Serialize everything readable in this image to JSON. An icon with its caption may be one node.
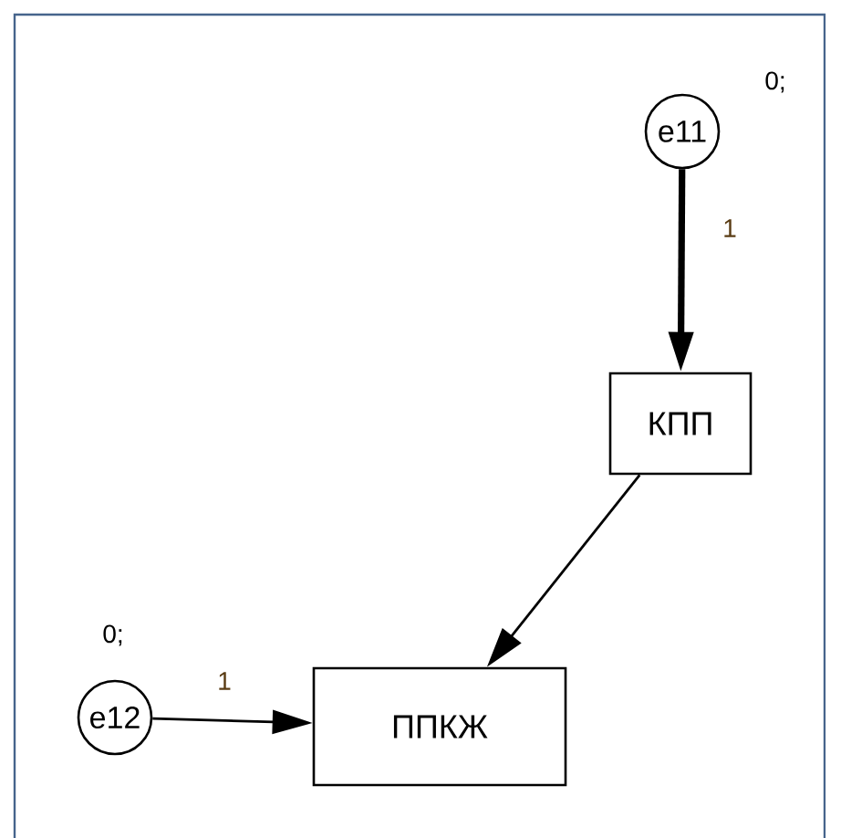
{
  "diagram": {
    "nodes": [
      {
        "text": [
          "e11"
        ],
        "beside": [
          "0;"
        ]
      },
      {
        "text": [
          "КПП"
        ]
      },
      {
        "text": [
          "e12"
        ],
        "beside": [
          "0;"
        ]
      },
      {
        "text": [
          "ППКЖ"
        ]
      }
    ],
    "edges": [
      {
        "from": 0,
        "to": 1,
        "arrow": "to",
        "label": "1",
        "style": "thick"
      },
      {
        "from": 1,
        "to": 3,
        "arrow": "to"
      },
      {
        "from": 2,
        "to": 3,
        "arrow": "to",
        "label": "1"
      }
    ]
  }
}
